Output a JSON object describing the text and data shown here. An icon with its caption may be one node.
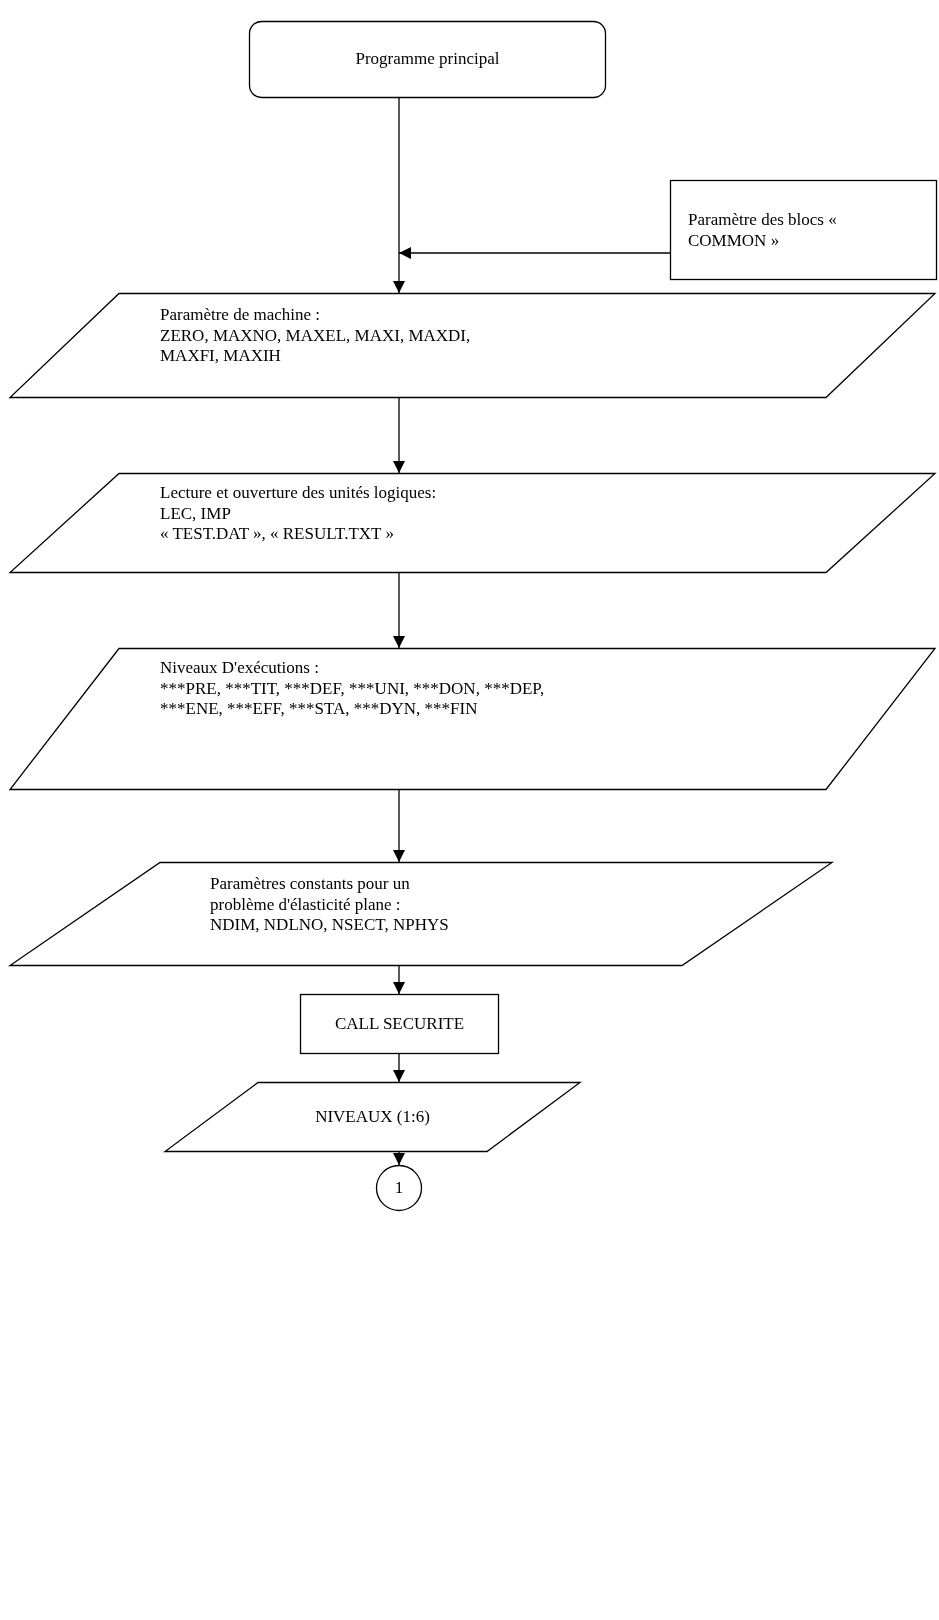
{
  "diagram": {
    "nodes": [
      {
        "text": [
          "Programme principal"
        ]
      },
      {
        "text": [
          "Paramètre des blocs « COMMON »"
        ]
      },
      {
        "text": [
          "Paramètre de machine :",
          "ZERO, MAXNO, MAXEL, MAXI, MAXDI, MAXFI, MAXIH"
        ]
      },
      {
        "text": [
          "Lecture et ouverture des unités logiques:",
          "LEC, IMP",
          "« TEST.DAT », « RESULT.TXT »"
        ]
      },
      {
        "text": [
          "Niveaux D'exécutions :",
          "***PRE, ***TIT, ***DEF, ***UNI, ***DON, ***DEP, ***ENE, ***EFF, ***STA, ***DYN, ***FIN"
        ]
      },
      {
        "text": [
          "Paramètres constants pour un problème d'élasticité plane :",
          "NDIM, NDLNO, NSECT, NPHYS"
        ]
      },
      {
        "text": [
          "CALL SECURITE"
        ]
      },
      {
        "text": [
          "NIVEAUX (1:6)"
        ]
      },
      {
        "text": [
          "1"
        ]
      }
    ],
    "edges": [
      {
        "from": 0,
        "to": 2,
        "arrow": "to"
      },
      {
        "from": 1,
        "to": 2,
        "arrow": "to"
      },
      {
        "from": 2,
        "to": 3,
        "arrow": "to"
      },
      {
        "from": 3,
        "to": 4,
        "arrow": "to"
      },
      {
        "from": 4,
        "to": 5,
        "arrow": "to"
      },
      {
        "from": 5,
        "to": 6,
        "arrow": "to"
      },
      {
        "from": 6,
        "to": 7,
        "arrow": "to"
      },
      {
        "from": 7,
        "to": 8,
        "arrow": "to"
      }
    ]
  }
}
